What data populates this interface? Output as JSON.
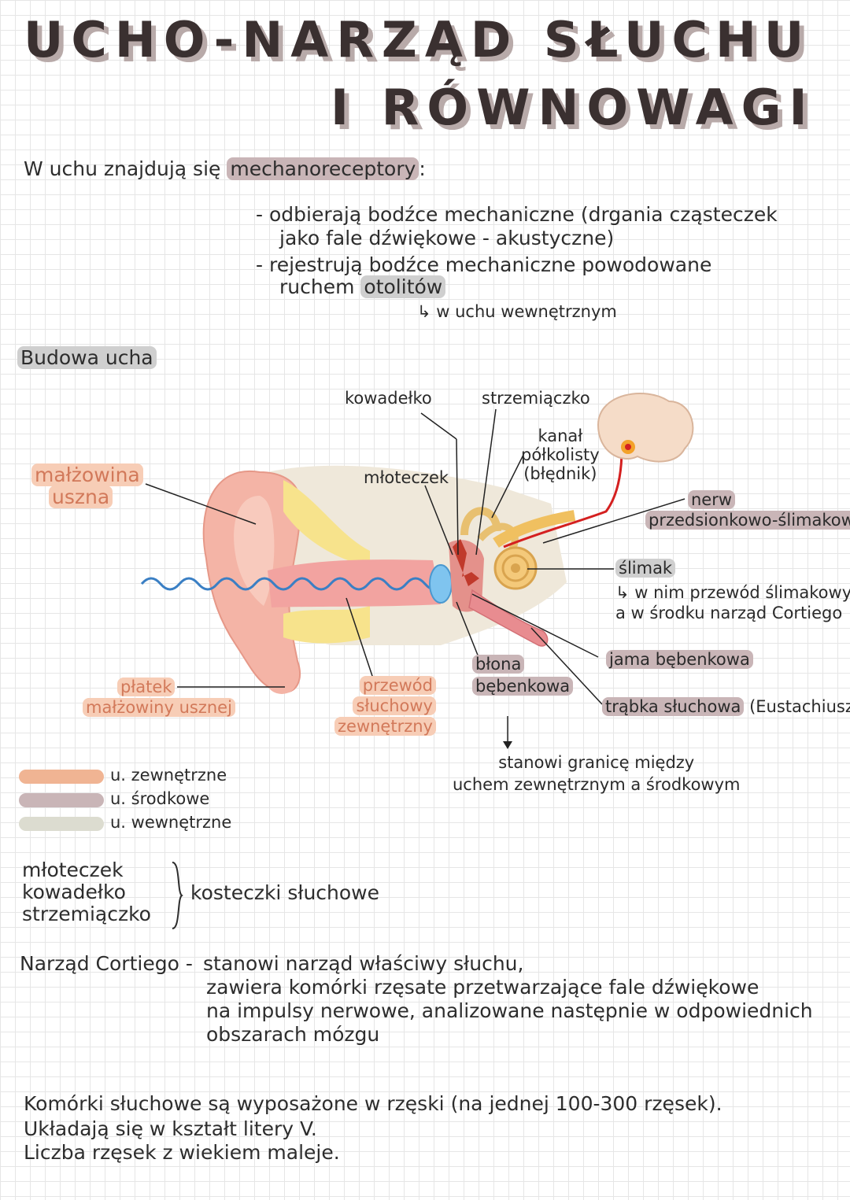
{
  "title": {
    "line1": "UCHO-NARZĄD SŁUCHU",
    "line2": "I RÓWNOWAGI"
  },
  "intro": {
    "lead": "W uchu znajdują się",
    "highlight": "mechanoreceptory",
    "colon": ":",
    "b1_l1": "- odbierają bodźce mechaniczne (drgania cząsteczek",
    "b1_l2": "jako fale dźwiękowe - akustyczne)",
    "b2_l1": "- rejestrują bodźce mechaniczne powodowane",
    "b2_l2_a": "ruchem",
    "b2_l2_b": "otolitów",
    "b2_note": "↳ w uchu wewnętrznym"
  },
  "section_heading": "Budowa ucha",
  "diagram": {
    "labels": {
      "malzowina_1": "małżowina",
      "malzowina_2": "uszna",
      "kowadelko": "kowadełko",
      "strzemiaczko": "strzemiączko",
      "mloteczek": "młoteczek",
      "kanal_1": "kanał",
      "kanal_2": "półkolisty",
      "kanal_3": "(błędnik)",
      "nerw_1": "nerw",
      "nerw_2": "przedsionkowo-ślimakowy",
      "slimak": "ślimak",
      "slimak_note_1": "↳ w nim przewód ślimakowy,",
      "slimak_note_2": "a w środku narząd Cortiego",
      "jama": "jama bębenkowa",
      "trabka": "trąbka słuchowa",
      "trabka_paren": "(Eustachiusza)",
      "platek_1": "płatek",
      "platek_2": "małżowiny usznej",
      "przewod_1": "przewód",
      "przewod_2": "słuchowy",
      "przewod_3": "zewnętrzny",
      "blona_1": "błona",
      "blona_2": "bębenkowa",
      "blona_note_1": "stanowi granicę między",
      "blona_note_2": "uchem zewnętrznym a środkowym"
    }
  },
  "legend": [
    {
      "label": "u. zewnętrzne",
      "color": "#f0b493"
    },
    {
      "label": "u. środkowe",
      "color": "#c9b5b7"
    },
    {
      "label": "u. wewnętrzne",
      "color": "#dcdcd0"
    }
  ],
  "ossicles": {
    "items": [
      "młoteczek",
      "kowadełko",
      "strzemiączko"
    ],
    "label": "kosteczki słuchowe"
  },
  "corti": {
    "term": "Narząd Cortiego",
    "dash": "-",
    "l1": "stanowi narząd właściwy słuchu,",
    "l2": "zawiera komórki rzęsate przetwarzające fale dźwiękowe",
    "l3": "na impulsy nerwowe, analizowane następnie w odpowiednich",
    "l4": "obszarach mózgu"
  },
  "cells": {
    "l1": "Komórki słuchowe są wyposażone w rzęski (na jednej 100-300 rzęsek).",
    "l2": "Układają się w kształt litery V.",
    "l3": "Liczba rzęsek z wiekiem maleje."
  }
}
